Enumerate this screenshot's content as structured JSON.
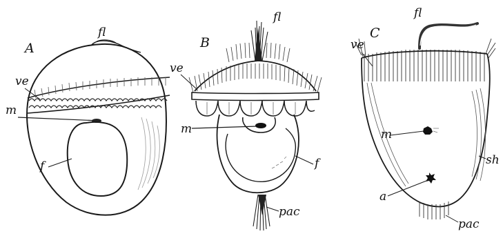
{
  "figure": {
    "panels": [
      {
        "id": "A",
        "label": "A",
        "parts": [
          {
            "key": "fl",
            "text": "fl"
          },
          {
            "key": "ve",
            "text": "ve"
          },
          {
            "key": "m",
            "text": "m"
          },
          {
            "key": "f",
            "text": "f"
          }
        ]
      },
      {
        "id": "B",
        "label": "B",
        "parts": [
          {
            "key": "fl",
            "text": "fl"
          },
          {
            "key": "ve",
            "text": "ve"
          },
          {
            "key": "m",
            "text": "m"
          },
          {
            "key": "f",
            "text": "f"
          },
          {
            "key": "pac",
            "text": "pac"
          }
        ]
      },
      {
        "id": "C",
        "label": "C",
        "parts": [
          {
            "key": "fl",
            "text": "fl"
          },
          {
            "key": "ve",
            "text": "ve"
          },
          {
            "key": "m",
            "text": "m"
          },
          {
            "key": "sh",
            "text": "sh"
          },
          {
            "key": "a",
            "text": "a"
          },
          {
            "key": "pac",
            "text": "pac"
          }
        ]
      }
    ],
    "colors": {
      "ink": "#1a1a1a",
      "paper": "#ffffff"
    }
  }
}
